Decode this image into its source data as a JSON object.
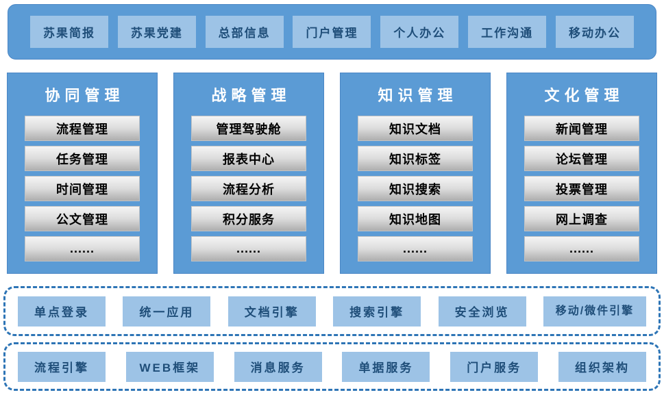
{
  "colors": {
    "primary_blue": "#5b9bd5",
    "light_blue_chip": "#9dc3e6",
    "dark_blue_text": "#1f4e79",
    "dashed_border_blue": "#2e75b6",
    "gray_item_top": "#f5f5f5",
    "gray_item_bottom": "#aeaeae",
    "column_title_text": "#ffffff",
    "gray_item_text": "#000000"
  },
  "top_bar": {
    "items": [
      "苏果简报",
      "苏果党建",
      "总部信息",
      "门户管理",
      "个人办公",
      "工作沟通",
      "移动办公"
    ]
  },
  "module_columns": [
    {
      "title": "协同管理",
      "items": [
        "流程管理",
        "任务管理",
        "时间管理",
        "公文管理",
        "......"
      ]
    },
    {
      "title": "战略管理",
      "items": [
        "管理驾驶舱",
        "报表中心",
        "流程分析",
        "积分服务",
        "......"
      ]
    },
    {
      "title": "知识管理",
      "items": [
        "知识文档",
        "知识标签",
        "知识搜索",
        "知识地图",
        "......"
      ]
    },
    {
      "title": "文化管理",
      "items": [
        "新闻管理",
        "论坛管理",
        "投票管理",
        "网上调查",
        "......"
      ]
    }
  ],
  "platform_rows": [
    {
      "items": [
        "单点登录",
        "统一应用",
        "文档引擎",
        "搜索引擎",
        "安全浏览",
        "移动/微件引擎"
      ]
    },
    {
      "items": [
        "流程引擎",
        "WEB框架",
        "消息服务",
        "单据服务",
        "门户服务",
        "组织架构"
      ]
    }
  ]
}
